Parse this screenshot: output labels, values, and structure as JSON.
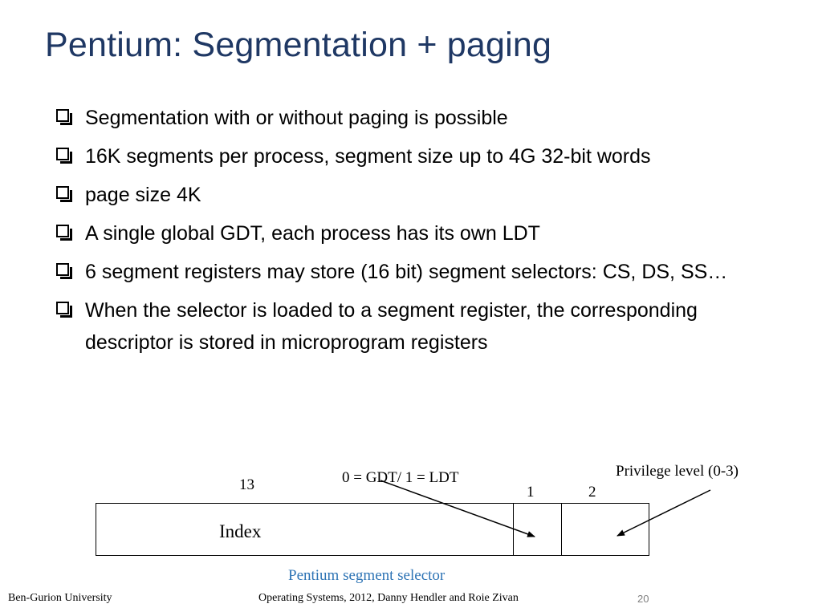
{
  "slide": {
    "title": "Pentium: Segmentation + paging",
    "bullets": [
      "Segmentation with or without paging is possible",
      "16K segments per process, segment size up to 4G 32-bit words",
      "page size 4K",
      "A single global GDT, each process has its own LDT",
      "6 segment registers may store (16 bit) segment selectors: CS, DS, SS…",
      "When the selector is loaded to a segment register, the corresponding descriptor is stored in microprogram registers"
    ]
  },
  "diagram": {
    "index_bits": "13",
    "ti_bits": "1",
    "rpl_bits": "2",
    "ti_label": "0 = GDT/ 1 = LDT",
    "rpl_label": "Privilege level (0-3)",
    "index_field": "Index",
    "caption": "Pentium segment selector",
    "caption_color": "#2E74B5"
  },
  "footer": {
    "left": "Ben-Gurion University",
    "center": "Operating Systems, 2012, Danny Hendler and Roie Zivan",
    "page_number": "20"
  },
  "colors": {
    "title": "#1F3864",
    "text": "#000000"
  }
}
